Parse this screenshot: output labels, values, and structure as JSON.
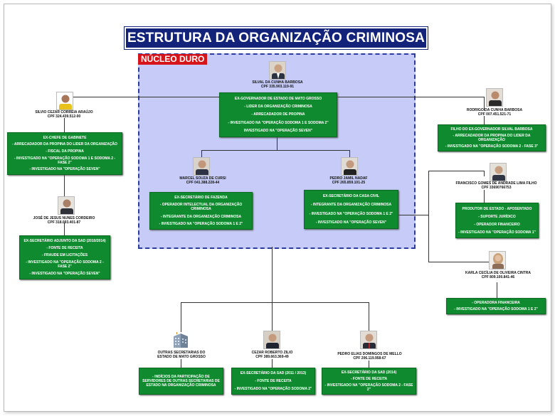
{
  "title": "ESTRUTURA DA ORGANIZAÇÃO CRIMINOSA",
  "nucleo_label": "NÚCLEO DURO",
  "people": {
    "silval": {
      "name": "SILVAL DA CUNHA BARBOSA",
      "cpf": "CPF 335.903.119-91",
      "roles": [
        "EX-GOVERNADOR DE ESTADO DE MATO GROSSO",
        "- LIDER DA ORGANIZAÇÃO CRIMINOSA",
        "- ARRECADADOR DE PROPINA",
        "- INVESTIGADO NA \"OPERAÇÃO SODOMA 1 E SODOMA 2\"",
        "INVESTIGADO NA \"OPERAÇÃO SEVEN\""
      ]
    },
    "silvio": {
      "name": "SILVIO CEZAR CORREIA ARAÚJO",
      "cpf": "CPF 324.439.512-00",
      "roles": [
        "EX-CHEFE DE GABINETE",
        "- ARRECADADOR DA PROPINA DO LIDER DA ORGANIZAÇÃO",
        "- FISCAL DA PROPINA",
        "- INVESTIGADO NA \"OPERAÇÃO SODOMA 1 E SODOMA 2 - FASE 2\"",
        "- INVESTIGADO NA \"OPERAÇÃO SEVEN\""
      ]
    },
    "rodrigo": {
      "name": "RODRIGO DA CUNHA BARBOSA",
      "cpf": "CPF 007.451.521-71",
      "roles": [
        "FILHO DO EX-GOVERNADOR SILVAL BARBOSA",
        "- ARRECADADOR DA PROPINA DO LIDER DA ORGANIZAÇÃO",
        "- INVESTIGADO NA \"OPERAÇÃO SODOMA 2 - FASE 3\""
      ]
    },
    "marcel": {
      "name": "MARCEL SOUZA DE CURSI",
      "cpf": "CPF 041.388.228-44",
      "roles": [
        "EX-SECRETÁRIO DE FAZENDA",
        "- OPERADOR INTELECTUAL DA ORGANIZAÇÃO CRIMINOSA",
        "- INTEGRANTE DA ORGANIZAÇÃO CRIMINOSA",
        "- INVESTIGADO NA \"OPERAÇÃO SODOMA 1 E 2\""
      ]
    },
    "pedro_nadaf": {
      "name": "PEDRO JAMIL NADAF",
      "cpf": "CPF 265.859.101-25",
      "roles": [
        "EX-SECRETÁRIO DA CASA CIVIL",
        "- INTEGRANTE DA ORGANIZAÇÃO CRIMINOSA",
        "- INVESTIGADO NA \"OPERAÇÃO SODOMA 1 E 2\"",
        "- INVESTIGADO NA \"OPERAÇÃO SEVEN\""
      ]
    },
    "francisco": {
      "name": "FRANCISCO GOMES DE ANDRADE LIMA FILHO",
      "cpf": "CPF 33690766753",
      "roles": [
        "PRODUTOR DE ESTADO - APOSENTADO",
        "- SUPORTE JURÍDICO",
        "- OPERADOR FINANCEIRO",
        "- INVESTIGADO NA \"OPERAÇÃO SODOMA 1\""
      ]
    },
    "jose": {
      "name": "JOSÉ DE JESUS NUNES CORDEIRO",
      "cpf": "CPF 318.093.401-87",
      "roles": [
        "EX-SECRETÁRIO ADJUNTO DA SAD (2010/2014)",
        "- FONTE DE RECEITA",
        "- FRAUDE EM LICITAÇÕES",
        "- INVESTIGADO NA \"OPERAÇÃO SODOMA 2 - FASE 2\"",
        "- INVESTIGADO NA \"OPERAÇÃO SEVEN\""
      ]
    },
    "karla": {
      "name": "KARLA CECÍLIA DE OLIVEIRA CINTRA",
      "cpf": "CPF 809.100.841-46",
      "roles": [
        "- OPERADORA FINANCEIRA",
        "- INVESTIGADO NA \"OPERAÇÃO SODOMA 1 E 2\""
      ]
    },
    "outras": {
      "name": "OUTRAS SECRETARIAS DO ESTADO DE MATO GROSSO",
      "cpf": "",
      "roles": [
        "- INDÍCIOS DA PARTICIPAÇÃO DE SERVIDORES DE OUTRAS SECRETARIAS DE ESTADO NA ORGANIZAÇÃO CRIMINOSA"
      ]
    },
    "cezar": {
      "name": "CEZAR ROBERTO ZILIO",
      "cpf": "CPF 389.663.369-49",
      "roles": [
        "EX-SECRETÁRIO DA SAD (2011 / 2013)",
        "- FONTE DE RECEITA",
        "- INVESTIGADO NA \"OPERAÇÃO SODOMA 2\""
      ]
    },
    "pedro_mello": {
      "name": "PEDRO ELIAS DOMINGOS DE MELLO",
      "cpf": "CPF 206.119.958-67",
      "roles": [
        "EX-SECRETÁRIO DA SAD (2014)",
        "- FONTE DE RECEITA",
        "- INVESTIGADO NA \"OPERAÇÃO SODOMA 2 - FASE 2\""
      ]
    }
  }
}
